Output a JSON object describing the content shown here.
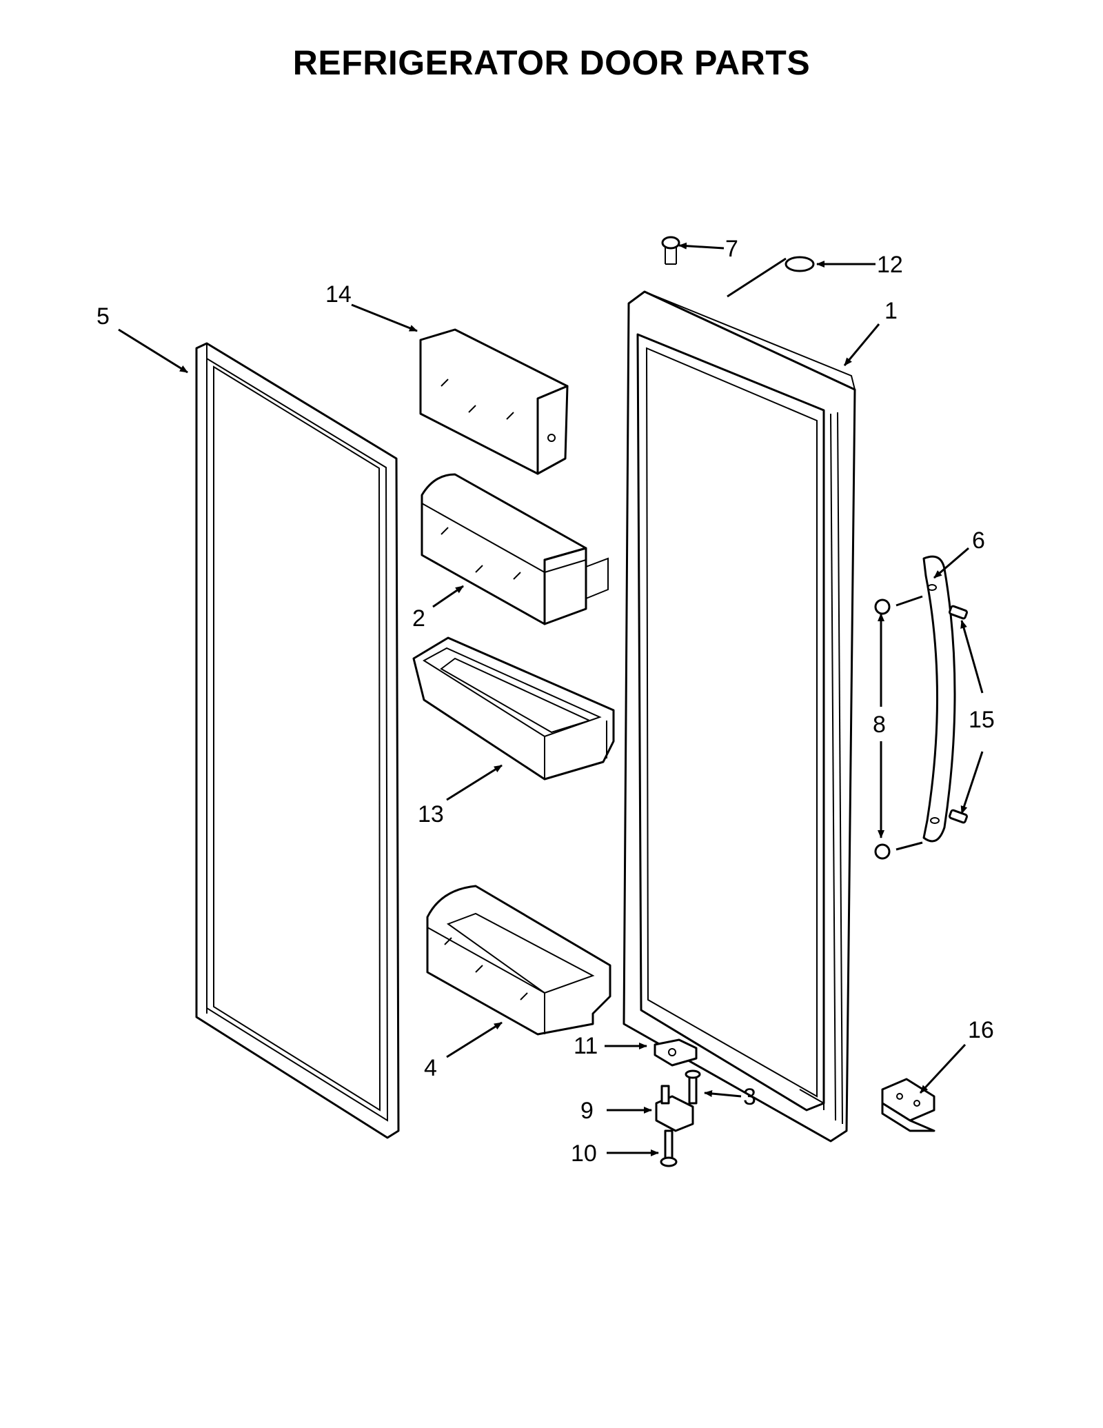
{
  "title": "REFRIGERATOR DOOR PARTS",
  "callouts": {
    "c1": "1",
    "c2": "2",
    "c3": "3",
    "c4": "4",
    "c5": "5",
    "c6": "6",
    "c7": "7",
    "c8": "8",
    "c9": "9",
    "c10": "10",
    "c11": "11",
    "c12": "12",
    "c13": "13",
    "c14": "14",
    "c15": "15",
    "c16": "16"
  }
}
